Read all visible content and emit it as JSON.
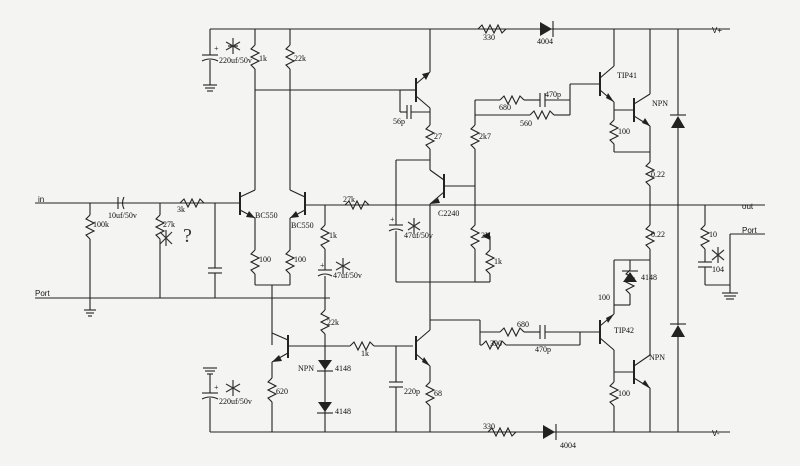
{
  "rails": {
    "vplus": "V+",
    "vminus": "V-",
    "out": "out",
    "in": "in"
  },
  "ports": {
    "port_left": "Port",
    "port_right": "Port"
  },
  "diodes": {
    "d_top": "4004",
    "d_bottom": "4004",
    "d_bias1": "4148",
    "d_bias2": "4148",
    "d_bias_out": "4148"
  },
  "resistors": {
    "r_top": "330",
    "r_bottom": "330",
    "r1k_left": "1k",
    "r22k_left": "22k",
    "r100k": "100k",
    "r3k": "3k",
    "r27k_pot": "27k",
    "r27k_fb": "27k",
    "r1k_mid": "1k",
    "r100_l1": "100",
    "r100_l2": "100",
    "r22k_mid": "22k",
    "r1k_bias": "1k",
    "r620": "620",
    "r27": "27",
    "r2k7": "2k7",
    "r2k_pot": "2K",
    "r1k_pot": "1k",
    "r68": "68",
    "r680_top": "680",
    "r560": "560",
    "r680_bot": "680",
    "r390": "390",
    "r100_top": "100",
    "r022_top": "0.22",
    "r022_bot": "0.22",
    "r100_bot_a": "100",
    "r100_bot_b": "100",
    "r10": "10"
  },
  "capacitors": {
    "c220_top": "220uf/50v",
    "c220_bot": "220uf/50v",
    "c10uf": "10uf/50v",
    "c47_mid": "47uf/50v",
    "c47_vas": "47uf/50v",
    "c56p": "56p",
    "c470p_top": "470p",
    "c470p_bot": "470p",
    "c220p": "220p",
    "c104": "104"
  },
  "transistors": {
    "q_bc550_a": "BC550",
    "q_bc550_b": "BC550",
    "q_c2240": "C2240",
    "q_tip41": "TIP41",
    "q_npn_top": "NPN",
    "q_tip42": "TIP42",
    "q_npn_bot": "NPN",
    "q_npn_bias": "NPN"
  },
  "annotations": {
    "question": "?"
  }
}
